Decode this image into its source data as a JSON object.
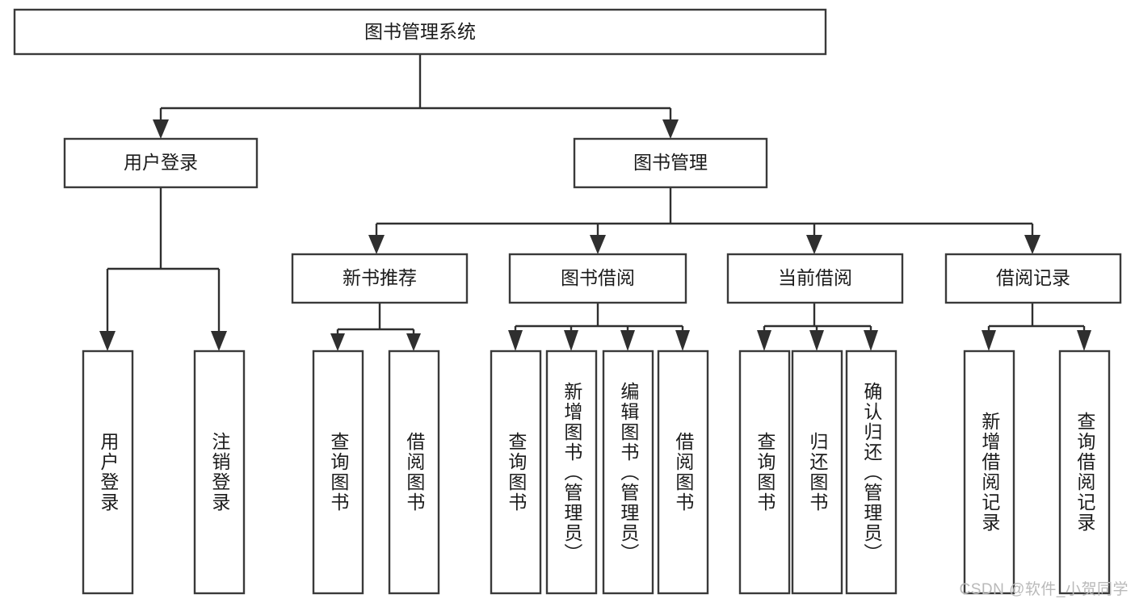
{
  "diagram": {
    "type": "tree-hierarchy",
    "title": "图书管理系统",
    "root": {
      "id": "root",
      "label": "图书管理系统",
      "orientation": "horizontal"
    },
    "level2": [
      {
        "id": "user-login",
        "label": "用户登录",
        "orientation": "horizontal"
      },
      {
        "id": "book-manage",
        "label": "图书管理",
        "orientation": "horizontal"
      }
    ],
    "level3": [
      {
        "id": "new-book-recommend",
        "label": "新书推荐",
        "orientation": "horizontal",
        "parent": "book-manage"
      },
      {
        "id": "book-borrow",
        "label": "图书借阅",
        "orientation": "horizontal",
        "parent": "book-manage"
      },
      {
        "id": "current-borrow",
        "label": "当前借阅",
        "orientation": "horizontal",
        "parent": "book-manage"
      },
      {
        "id": "borrow-record",
        "label": "借阅记录",
        "orientation": "horizontal",
        "parent": "book-manage"
      }
    ],
    "leaves": [
      {
        "id": "leaf-user-login",
        "label": "用户登录",
        "parent": "user-login",
        "orientation": "vertical"
      },
      {
        "id": "leaf-user-logout",
        "label": "注销登录",
        "parent": "user-login",
        "orientation": "vertical"
      },
      {
        "id": "leaf-query-book-1",
        "label": "查询图书",
        "parent": "new-book-recommend",
        "orientation": "vertical"
      },
      {
        "id": "leaf-borrow-book-1",
        "label": "借阅图书",
        "parent": "new-book-recommend",
        "orientation": "vertical"
      },
      {
        "id": "leaf-query-book-2",
        "label": "查询图书",
        "parent": "book-borrow",
        "orientation": "vertical"
      },
      {
        "id": "leaf-add-book",
        "label": "新增图书（管理员）",
        "parent": "book-borrow",
        "orientation": "vertical"
      },
      {
        "id": "leaf-edit-book",
        "label": "编辑图书（管理员）",
        "parent": "book-borrow",
        "orientation": "vertical"
      },
      {
        "id": "leaf-borrow-book-2",
        "label": "借阅图书",
        "parent": "book-borrow",
        "orientation": "vertical"
      },
      {
        "id": "leaf-query-book-3",
        "label": "查询图书",
        "parent": "current-borrow",
        "orientation": "vertical"
      },
      {
        "id": "leaf-return-book",
        "label": "归还图书",
        "parent": "current-borrow",
        "orientation": "vertical"
      },
      {
        "id": "leaf-confirm-return",
        "label": "确认归还（管理员）",
        "parent": "current-borrow",
        "orientation": "vertical"
      },
      {
        "id": "leaf-add-record",
        "label": "新增借阅记录",
        "parent": "borrow-record",
        "orientation": "vertical"
      },
      {
        "id": "leaf-query-record",
        "label": "查询借阅记录",
        "parent": "borrow-record",
        "orientation": "vertical"
      }
    ],
    "colors": {
      "box_stroke": "#3a3a3a",
      "box_fill": "#ffffff",
      "connector": "#2f2f2f",
      "text": "#1b1b1b",
      "background": "#ffffff",
      "watermark": "#b9b9b9"
    }
  },
  "watermark": {
    "text": "CSDN @软件_小贺同学"
  }
}
